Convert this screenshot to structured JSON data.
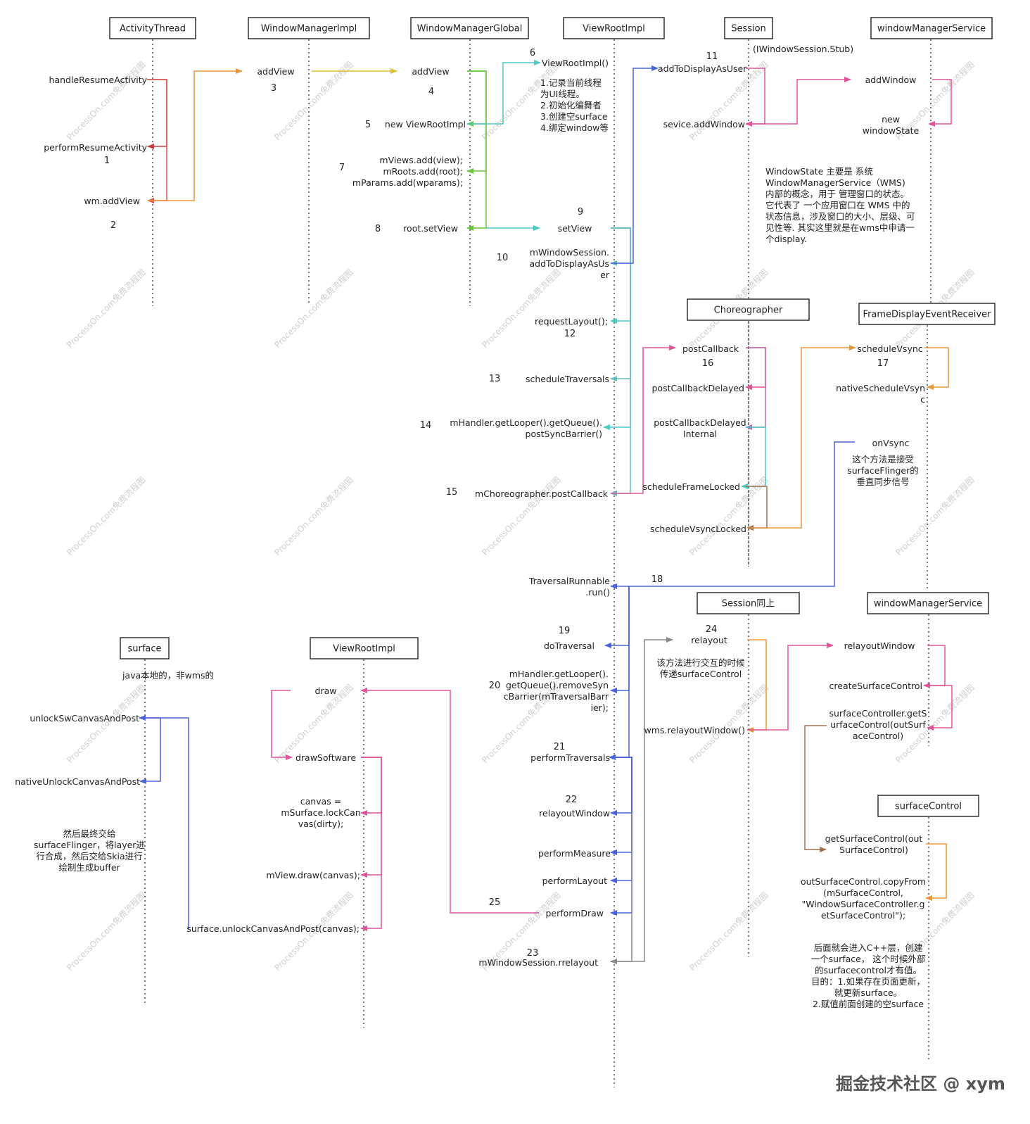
{
  "headers": [
    "ActivityThread",
    "WindowManagerImpl",
    "WindowManagerGlobal",
    "ViewRootImpl",
    "Session",
    "windowManagerService",
    "Choreographer",
    "FrameDisplayEventReceiver",
    "Session同上",
    "windowManagerService",
    "surface",
    "ViewRootImpl",
    "surfaceControl"
  ],
  "labels": [
    [
      "handleResumeActivity"
    ],
    [
      "performResumeActivity"
    ],
    [
      "wm.addView"
    ],
    [
      "addView"
    ],
    [
      "addView"
    ],
    [
      "new ViewRootImpl"
    ],
    [
      "mViews.add(view);",
      "mRoots.add(root);",
      "mParams.add(wparams);"
    ],
    [
      "root.setView"
    ],
    [
      "ViewRootImpl()"
    ],
    [
      "1.记录当前线程",
      "为UI线程。",
      "2.初始化编舞者",
      "3.创建空surface",
      "4.绑定window等"
    ],
    [
      "setView"
    ],
    [
      "mWindowSession.",
      "addToDisplayAsUs",
      "er"
    ],
    [
      "requestLayout();"
    ],
    [
      "scheduleTraversals"
    ],
    [
      "mHandler.getLooper().getQueue().",
      "postSyncBarrier()"
    ],
    [
      "mChoreographer.postCallback"
    ],
    [
      "TraversalRunnable",
      ".run()"
    ],
    [
      "doTraversal"
    ],
    [
      "mHandler.getLooper().",
      "getQueue().removeSyn",
      "cBarrier(mTraversalBarr",
      "ier);"
    ],
    [
      "performTraversals"
    ],
    [
      "relayoutWindow"
    ],
    [
      "performMeasure"
    ],
    [
      "performLayout"
    ],
    [
      "performDraw"
    ],
    [
      "mWindowSession.rrelayout"
    ],
    [
      "addToDisplayAsUser"
    ],
    [
      "(IWindowSession.Stub)"
    ],
    [
      "sevice.addWindow"
    ],
    [
      "addWindow"
    ],
    [
      "new",
      "windowState"
    ],
    [
      "WindowState 主要是 系统",
      "WindowManagerService（WMS)",
      "内部的概念，用于 管理窗口的状态。",
      "它代表了 一个应用窗口在 WMS 中的",
      "状态信息，涉及窗口的大小、层级、可",
      "见性等. 其实这里就是在wms中申请一",
      "个display."
    ],
    [
      "postCallback"
    ],
    [
      "postCallbackDelayed"
    ],
    [
      "postCallbackDelayed",
      "Internal"
    ],
    [
      "scheduleFrameLocked"
    ],
    [
      "scheduleVsyncLocked"
    ],
    [
      "scheduleVsync"
    ],
    [
      "nativeScheduleVsyn",
      "c"
    ],
    [
      "onVsync"
    ],
    [
      "这个方法是接受",
      "surfaceFlinger的",
      "垂直同步信号"
    ],
    [
      "relayout"
    ],
    [
      "该方法进行交互的时候",
      "传递surfaceControl"
    ],
    [
      "wms.relayoutWindow()"
    ],
    [
      "relayoutWindow"
    ],
    [
      "createSurfaceControl"
    ],
    [
      "surfaceController.getS",
      "urfaceControl(outSurf",
      "aceControl)"
    ],
    [
      "getSurfaceControl(out",
      "SurfaceControl)"
    ],
    [
      "outSurfaceControl.copyFrom",
      "(mSurfaceControl,",
      "\"WindowSurfaceController.g",
      "etSurfaceControl\");"
    ],
    [
      "后面就会进入C++层，创建",
      "一个surface， 这个时候外部",
      "的surfacecontrol才有值。",
      "",
      "目的：1.如果存在页面更新，",
      "就更新surface。",
      "2.赋值前面创建的空surface"
    ],
    [
      "java本地的，非wms的"
    ],
    [
      "unlockSwCanvasAndPost"
    ],
    [
      "nativeUnlockCanvasAndPost"
    ],
    [
      "然后最终交给",
      "surfaceFlinger，将layer进",
      "行合成，然后交给Skia进行",
      "绘制生成buffer"
    ],
    [
      "draw"
    ],
    [
      "drawSoftware"
    ],
    [
      "canvas =",
      "mSurface.lockCan",
      "vas(dirty);"
    ],
    [
      "mView.draw(canvas);"
    ],
    [
      "surface.unlockCanvasAndPost(canvas);"
    ]
  ],
  "step_numbers": [
    "1",
    "2",
    "3",
    "4",
    "5",
    "6",
    "7",
    "8",
    "9",
    "10",
    "11",
    "12",
    "13",
    "14",
    "15",
    "16",
    "17",
    "18",
    "19",
    "20",
    "21",
    "22",
    "23",
    "24",
    "25"
  ],
  "watermark": "ProcessOn.com免费流程图",
  "footer": "掘金技术社区 @ xym",
  "colors": {
    "red": "#d9534f",
    "orange": "#e8963c",
    "yellow": "#e0c030",
    "green": "#6cc644",
    "cyan": "#4fc9c4",
    "teal": "#6bbdbd",
    "blue": "#4a63d9",
    "pink": "#e0559a",
    "purple": "#b070b0",
    "gray": "#888888",
    "brown": "#a07050",
    "darkred": "#c04040"
  }
}
